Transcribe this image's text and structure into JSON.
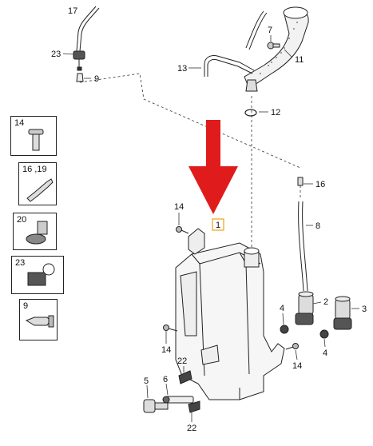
{
  "callouts": {
    "c17": "17",
    "c23_top": "23",
    "c9_top": "9",
    "c7": "7",
    "c11": "11",
    "c13": "13",
    "c12": "12",
    "c16_right": "16",
    "c8": "8",
    "c14_top": "14",
    "c1": "1",
    "c2": "2",
    "c3": "3",
    "c4_left": "4",
    "c4_right": "4",
    "c14_left": "14",
    "c14_right": "14",
    "c22_top": "22",
    "c22_bottom": "22",
    "c5": "5",
    "c6": "6"
  },
  "legend": [
    {
      "label": "14"
    },
    {
      "label": "16 ,19"
    },
    {
      "label": "20"
    },
    {
      "label": "23"
    },
    {
      "label": "9"
    }
  ],
  "colors": {
    "arrow": "#e01b1b",
    "highlight_box": "#f0a020",
    "line": "#222222"
  },
  "icons": {
    "arrow": "down-arrow-icon"
  }
}
